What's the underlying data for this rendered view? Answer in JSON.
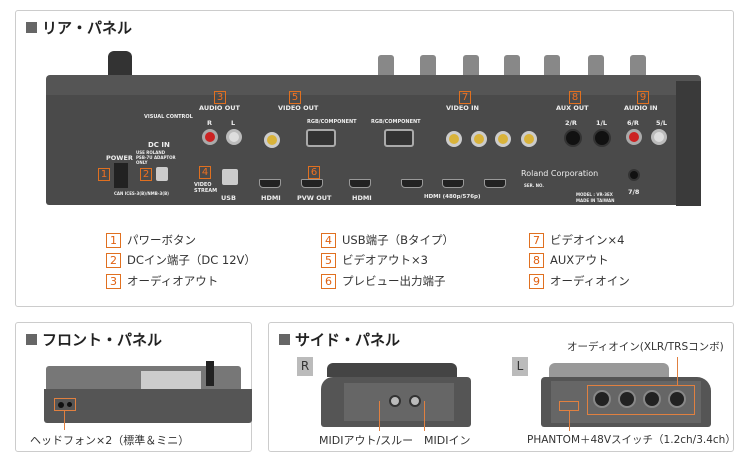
{
  "rear": {
    "title": "リア・パネル",
    "device": {
      "audio_out": "AUDIO OUT",
      "video_out": "VIDEO OUT",
      "video_in": "VIDEO IN",
      "aux_out": "AUX OUT",
      "audio_in": "AUDIO IN",
      "power": "POWER",
      "dc_in": "DC IN",
      "dc_note": "USE ROLAND PSB-7U ADAPTOR ONLY",
      "visual_control": "VISUAL CONTROL",
      "video_stream": "VIDEO STREAM",
      "usb": "USB",
      "hdmi": "HDMI",
      "pvw_out": "PVW OUT",
      "rgb_component": "RGB/COMPONENT",
      "hdmi_in": "HDMI (480p/576p)",
      "r": "R",
      "l": "L",
      "aux_2r": "2/R",
      "aux_1l": "1/L",
      "in_6r": "6/R",
      "in_5l": "5/L",
      "in_78": "7/8",
      "brand": "Roland Corporation",
      "model": "MODEL : VR-3EX",
      "made_in": "MADE IN TAIWAN",
      "ser": "SER. NO.",
      "can": "CAN ICES-3(B)/NMB-3(B)"
    },
    "legend": [
      {
        "num": "1",
        "label": "パワーボタン"
      },
      {
        "num": "2",
        "label": "DCイン端子（DC 12V）"
      },
      {
        "num": "3",
        "label": "オーディオアウト"
      },
      {
        "num": "4",
        "label": "USB端子（Bタイプ）"
      },
      {
        "num": "5",
        "label": "ビデオアウト×3"
      },
      {
        "num": "6",
        "label": "プレビュー出力端子"
      },
      {
        "num": "7",
        "label": "ビデオイン×4"
      },
      {
        "num": "8",
        "label": "AUXアウト"
      },
      {
        "num": "9",
        "label": "オーディオイン"
      }
    ]
  },
  "front": {
    "title": "フロント・パネル",
    "caption": "ヘッドフォン×2（標準＆ミニ）"
  },
  "side": {
    "title": "サイド・パネル",
    "r_badge": "R",
    "l_badge": "L",
    "midi_out": "MIDIアウト/スルー",
    "midi_in": "MIDIイン",
    "audio_in": "オーディオイン(XLR/TRSコンボ)",
    "phantom": "PHANTOM＋48Vスイッチ（1.2ch/3.4ch）"
  },
  "colors": {
    "accent": "#e07020",
    "device": "#4a4a4a"
  }
}
